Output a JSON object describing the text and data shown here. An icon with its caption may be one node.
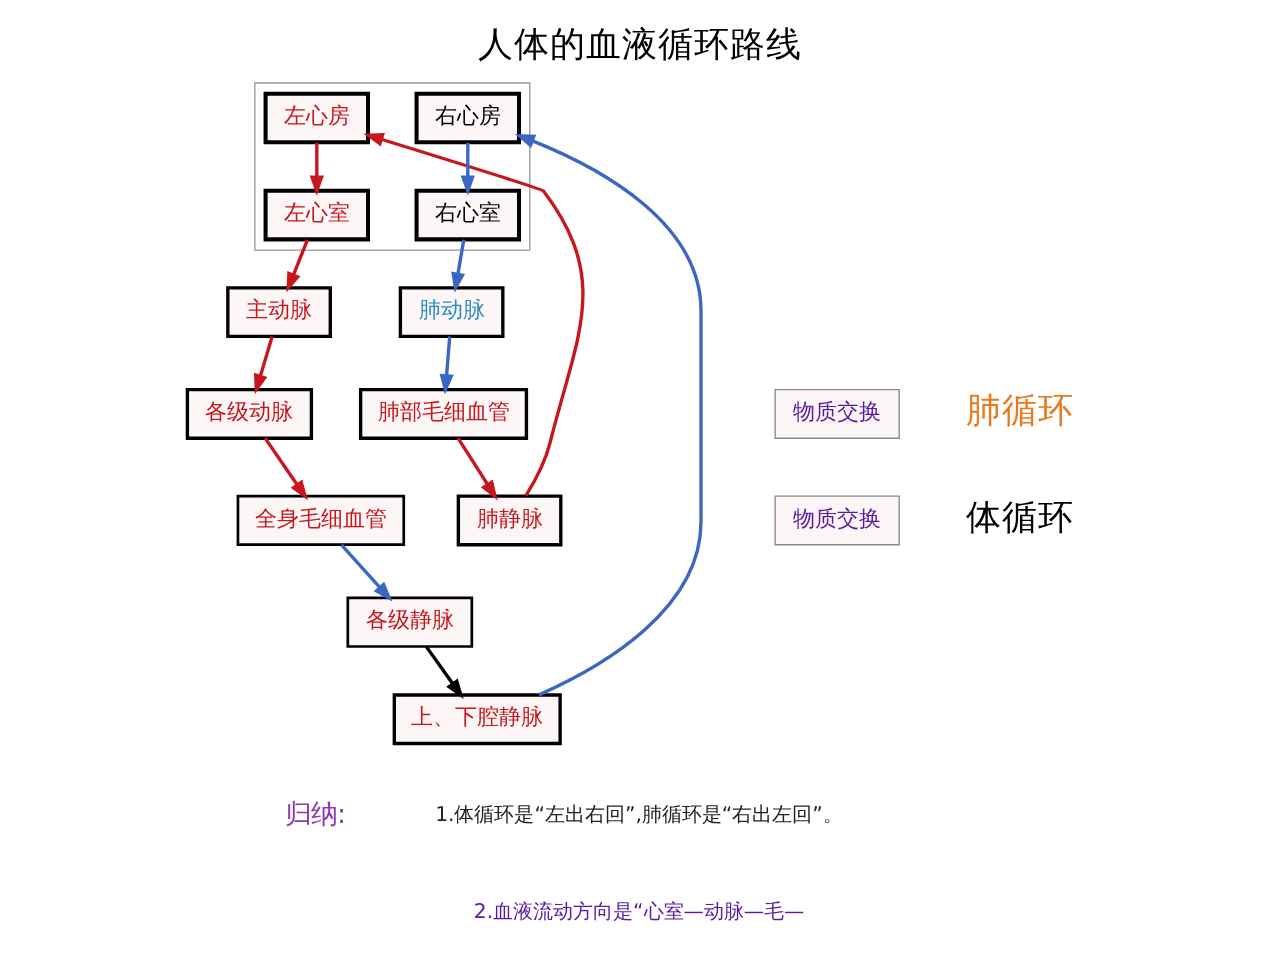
{
  "diagram": {
    "title": "人体的血液循环路线",
    "nodes": [
      {
        "text": [
          "肺静脉"
        ]
      },
      {
        "text": [
          "上、下腔静脉"
        ]
      },
      {
        "text": [
          "各级静脉"
        ]
      },
      {
        "text": [],
        "shape": "box"
      },
      {
        "text": [
          "右心房"
        ],
        "in": 3
      },
      {
        "text": [
          "左心房"
        ],
        "in": 3
      },
      {
        "text": [
          "右心室"
        ],
        "in": 3
      },
      {
        "text": [
          "左心室"
        ],
        "in": 3
      },
      {
        "text": [
          "肺部毛细血管"
        ]
      },
      {
        "text": [
          "物质交换"
        ]
      },
      {
        "text": [
          "全身毛细血管"
        ]
      },
      {
        "text": [
          "物质交换"
        ]
      },
      {
        "text": [
          "肺动脉"
        ]
      },
      {
        "text": [
          "主动脉"
        ]
      },
      {
        "text": [
          "各级动脉"
        ]
      }
    ],
    "edges": [
      {
        "from": 0,
        "to": 5,
        "arrow": "to"
      },
      {
        "from": 1,
        "to": 4,
        "arrow": "to",
        "color": "#3a66c4"
      },
      {
        "from": 2,
        "to": 1,
        "arrow": "to",
        "color": "#000000"
      },
      {
        "from": 10,
        "to": 2,
        "arrow": "to",
        "color": "#3a66c4"
      },
      {
        "from": 14,
        "to": 10,
        "arrow": "to"
      },
      {
        "from": 13,
        "to": 14,
        "arrow": "to"
      },
      {
        "from": 7,
        "to": 13,
        "arrow": "to"
      },
      {
        "from": 5,
        "to": 7,
        "arrow": "to"
      },
      {
        "from": 4,
        "to": 6,
        "arrow": "to",
        "color": "#3a66c4"
      },
      {
        "from": 6,
        "to": 12,
        "arrow": "to",
        "color": "#3a66c4"
      },
      {
        "from": 12,
        "to": 8,
        "arrow": "to",
        "color": "#3a66c4"
      },
      {
        "from": 8,
        "to": 0,
        "arrow": "to"
      }
    ],
    "labels": [
      "肺循环",
      "体循环",
      "归纳:",
      "1.体循环是“左出右回”,肺循环是“右出左回”。",
      "2.血液流动方向是“心室—动脉—毛—"
    ]
  }
}
